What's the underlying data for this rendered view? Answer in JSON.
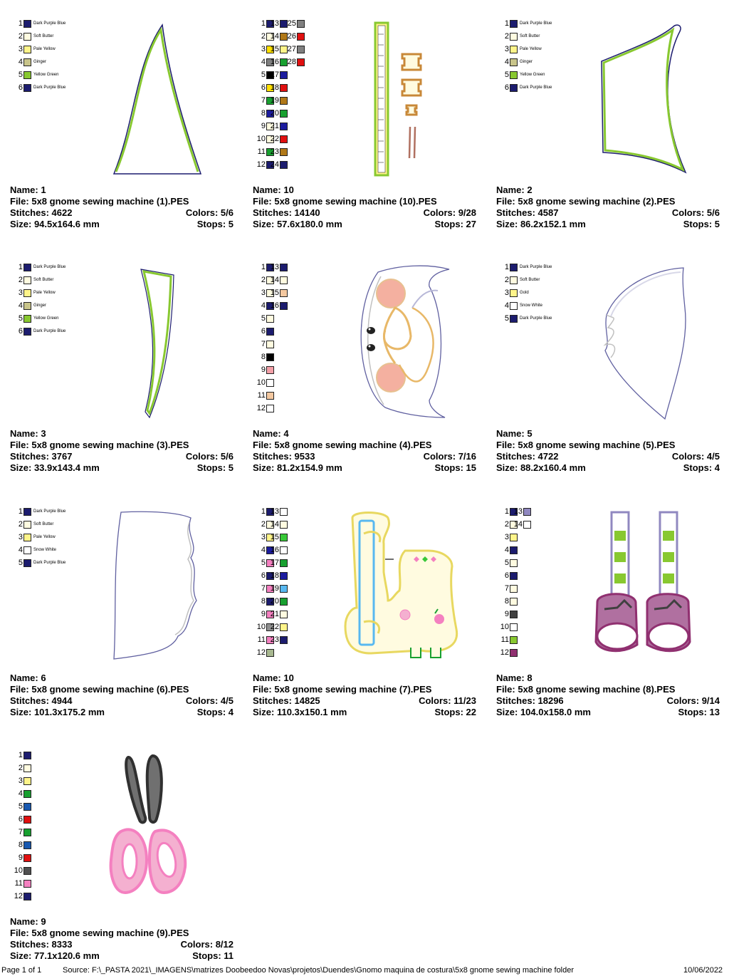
{
  "designs": [
    {
      "name": "Name: 1",
      "file": "File: 5x8 gnome sewing machine (1).PES",
      "stitches": "Stitches: 4622",
      "colors": "Colors: 5/6",
      "size": "Size: 94.5x164.6 mm",
      "stops": "Stops: 5",
      "swatches": [
        {
          "n": "1",
          "c": "#1c1c6e",
          "label": "Dark Purple Blue"
        },
        {
          "n": "2",
          "c": "#fffbe0",
          "label": "Soft Butter"
        },
        {
          "n": "3",
          "c": "#fff48a",
          "label": "Pale Yellow"
        },
        {
          "n": "4",
          "c": "#c8c48a",
          "label": "Ginger"
        },
        {
          "n": "5",
          "c": "#88c830",
          "label": "Yellow Green"
        },
        {
          "n": "6",
          "c": "#1c1c6e",
          "label": "Dark Purple Blue"
        }
      ]
    },
    {
      "name": "Name: 10",
      "file": "File: 5x8 gnome sewing machine (10).PES",
      "stitches": "Stitches: 14140",
      "colors": "Colors: 9/28",
      "size": "Size: 57.6x180.0 mm",
      "stops": "Stops: 27",
      "swatches": [
        {
          "n": "1",
          "c": "#1c1c6e"
        },
        {
          "n": "2",
          "c": "#fffbe0"
        },
        {
          "n": "3",
          "c": "#ffe000"
        },
        {
          "n": "4",
          "c": "#808080"
        },
        {
          "n": "5",
          "c": "#000000"
        },
        {
          "n": "6",
          "c": "#ffe000"
        },
        {
          "n": "7",
          "c": "#18a030"
        },
        {
          "n": "8",
          "c": "#1c1c9e"
        },
        {
          "n": "9",
          "c": "#fffbe0"
        },
        {
          "n": "10",
          "c": "#fffbe0"
        },
        {
          "n": "11",
          "c": "#18a030"
        },
        {
          "n": "12",
          "c": "#1c1c6e"
        },
        {
          "n": "13",
          "c": "#1c1c6e"
        },
        {
          "n": "14",
          "c": "#b07818"
        },
        {
          "n": "15",
          "c": "#fff48a"
        },
        {
          "n": "16",
          "c": "#18a030"
        },
        {
          "n": "17",
          "c": "#1c1c9e"
        },
        {
          "n": "18",
          "c": "#e01010"
        },
        {
          "n": "19",
          "c": "#b07818"
        },
        {
          "n": "20",
          "c": "#18a030"
        },
        {
          "n": "21",
          "c": "#1c1c9e"
        },
        {
          "n": "22",
          "c": "#e01010"
        },
        {
          "n": "23",
          "c": "#b07818"
        },
        {
          "n": "24",
          "c": "#1c1c6e"
        },
        {
          "n": "25",
          "c": "#808080"
        },
        {
          "n": "26",
          "c": "#e01010"
        },
        {
          "n": "27",
          "c": "#808080"
        },
        {
          "n": "28",
          "c": "#e01010"
        }
      ]
    },
    {
      "name": "Name: 2",
      "file": "File: 5x8 gnome sewing machine (2).PES",
      "stitches": "Stitches: 4587",
      "colors": "Colors: 5/6",
      "size": "Size: 86.2x152.1 mm",
      "stops": "Stops: 5",
      "swatches": [
        {
          "n": "1",
          "c": "#1c1c6e",
          "label": "Dark Purple Blue"
        },
        {
          "n": "2",
          "c": "#fffbe0",
          "label": "Soft Butter"
        },
        {
          "n": "3",
          "c": "#fff48a",
          "label": "Pale Yellow"
        },
        {
          "n": "4",
          "c": "#c8c48a",
          "label": "Ginger"
        },
        {
          "n": "5",
          "c": "#88c830",
          "label": "Yellow Green"
        },
        {
          "n": "6",
          "c": "#1c1c6e",
          "label": "Dark Purple Blue"
        }
      ]
    },
    {
      "name": "Name: 3",
      "file": "File: 5x8 gnome sewing machine (3).PES",
      "stitches": "Stitches: 3767",
      "colors": "Colors: 5/6",
      "size": "Size: 33.9x143.4 mm",
      "stops": "Stops: 5",
      "swatches": [
        {
          "n": "1",
          "c": "#1c1c6e",
          "label": "Dark Purple Blue"
        },
        {
          "n": "2",
          "c": "#fffbe0",
          "label": "Soft Butter"
        },
        {
          "n": "3",
          "c": "#fff48a",
          "label": "Pale Yellow"
        },
        {
          "n": "4",
          "c": "#c8c48a",
          "label": "Ginger"
        },
        {
          "n": "5",
          "c": "#88c830",
          "label": "Yellow Green"
        },
        {
          "n": "6",
          "c": "#1c1c6e",
          "label": "Dark Purple Blue"
        }
      ]
    },
    {
      "name": "Name: 4",
      "file": "File: 5x8 gnome sewing machine (4).PES",
      "stitches": "Stitches: 9533",
      "colors": "Colors: 7/16",
      "size": "Size: 81.2x154.9 mm",
      "stops": "Stops: 15",
      "swatches": [
        {
          "n": "1",
          "c": "#1c1c6e"
        },
        {
          "n": "2",
          "c": "#fffbe0"
        },
        {
          "n": "3",
          "c": "#fffbe0"
        },
        {
          "n": "4",
          "c": "#1c1c6e"
        },
        {
          "n": "5",
          "c": "#fffbe0"
        },
        {
          "n": "6",
          "c": "#1c1c6e"
        },
        {
          "n": "7",
          "c": "#fffbe0"
        },
        {
          "n": "8",
          "c": "#000000"
        },
        {
          "n": "9",
          "c": "#f4a0a8"
        },
        {
          "n": "10",
          "c": "#ffffff"
        },
        {
          "n": "11",
          "c": "#f4c8a0"
        },
        {
          "n": "12",
          "c": "#ffffff"
        },
        {
          "n": "13",
          "c": "#1c1c6e"
        },
        {
          "n": "14",
          "c": "#fffbe0"
        },
        {
          "n": "15",
          "c": "#f4c8a0"
        },
        {
          "n": "16",
          "c": "#1c1c6e"
        }
      ]
    },
    {
      "name": "Name: 5",
      "file": "File: 5x8 gnome sewing machine (5).PES",
      "stitches": "Stitches: 4722",
      "colors": "Colors: 4/5",
      "size": "Size: 88.2x160.4 mm",
      "stops": "Stops: 4",
      "swatches": [
        {
          "n": "1",
          "c": "#1c1c6e",
          "label": "Dark Purple Blue"
        },
        {
          "n": "2",
          "c": "#fffbe0",
          "label": "Soft Butter"
        },
        {
          "n": "3",
          "c": "#fff48a",
          "label": "Gold"
        },
        {
          "n": "4",
          "c": "#ffffff",
          "label": "Snow White"
        },
        {
          "n": "5",
          "c": "#1c1c6e",
          "label": "Dark Purple Blue"
        }
      ]
    },
    {
      "name": "Name: 6",
      "file": "File: 5x8 gnome sewing machine (6).PES",
      "stitches": "Stitches: 4944",
      "colors": "Colors: 4/5",
      "size": "Size: 101.3x175.2 mm",
      "stops": "Stops: 4",
      "swatches": [
        {
          "n": "1",
          "c": "#1c1c6e",
          "label": "Dark Purple Blue"
        },
        {
          "n": "2",
          "c": "#fffbe0",
          "label": "Soft Butter"
        },
        {
          "n": "3",
          "c": "#fff48a",
          "label": "Pale Yellow"
        },
        {
          "n": "4",
          "c": "#ffffff",
          "label": "Snow White"
        },
        {
          "n": "5",
          "c": "#1c1c6e",
          "label": "Dark Purple Blue"
        }
      ]
    },
    {
      "name": "Name: 10",
      "file": "File: 5x8 gnome sewing machine (7).PES",
      "stitches": "Stitches: 14825",
      "colors": "Colors: 11/23",
      "size": "Size: 110.3x150.1 mm",
      "stops": "Stops: 22",
      "swatches": [
        {
          "n": "1",
          "c": "#1c1c6e"
        },
        {
          "n": "2",
          "c": "#fffbe0"
        },
        {
          "n": "3",
          "c": "#fff48a"
        },
        {
          "n": "4",
          "c": "#1c1c9e"
        },
        {
          "n": "5",
          "c": "#f480c0"
        },
        {
          "n": "6",
          "c": "#1c1c6e"
        },
        {
          "n": "7",
          "c": "#f480c0"
        },
        {
          "n": "8",
          "c": "#1c1c6e"
        },
        {
          "n": "9",
          "c": "#f480c0"
        },
        {
          "n": "10",
          "c": "#909090"
        },
        {
          "n": "11",
          "c": "#f480c0"
        },
        {
          "n": "12",
          "c": "#a8b890"
        },
        {
          "n": "13",
          "c": "#ffffff"
        },
        {
          "n": "14",
          "c": "#fffbe0"
        },
        {
          "n": "15",
          "c": "#38c838"
        },
        {
          "n": "16",
          "c": "#ffffff"
        },
        {
          "n": "17",
          "c": "#18a030"
        },
        {
          "n": "18",
          "c": "#1c1c9e"
        },
        {
          "n": "19",
          "c": "#58b8f0"
        },
        {
          "n": "20",
          "c": "#18a030"
        },
        {
          "n": "21",
          "c": "#fffbe0"
        },
        {
          "n": "22",
          "c": "#fff48a"
        },
        {
          "n": "23",
          "c": "#1c1c6e"
        }
      ]
    },
    {
      "name": "Name: 8",
      "file": "File: 5x8 gnome sewing machine (8).PES",
      "stitches": "Stitches: 18296",
      "colors": "Colors: 9/14",
      "size": "Size: 104.0x158.0 mm",
      "stops": "Stops: 13",
      "swatches": [
        {
          "n": "1",
          "c": "#1c1c6e"
        },
        {
          "n": "2",
          "c": "#fffbe0"
        },
        {
          "n": "3",
          "c": "#fff48a"
        },
        {
          "n": "4",
          "c": "#1c1c6e"
        },
        {
          "n": "5",
          "c": "#fffbe0"
        },
        {
          "n": "6",
          "c": "#1c1c6e"
        },
        {
          "n": "7",
          "c": "#fffbe0"
        },
        {
          "n": "8",
          "c": "#fffbe0"
        },
        {
          "n": "9",
          "c": "#404040"
        },
        {
          "n": "10",
          "c": "#ffffff"
        },
        {
          "n": "11",
          "c": "#88c830"
        },
        {
          "n": "12",
          "c": "#903070"
        },
        {
          "n": "13",
          "c": "#9088c0"
        },
        {
          "n": "14",
          "c": "#ffffff"
        }
      ]
    },
    {
      "name": "Name: 9",
      "file": "File: 5x8 gnome sewing machine (9).PES",
      "stitches": "Stitches: 8333",
      "colors": "Colors: 8/12",
      "size": "Size: 77.1x120.6 mm",
      "stops": "Stops: 11",
      "swatches": [
        {
          "n": "1",
          "c": "#1c1c6e"
        },
        {
          "n": "2",
          "c": "#fffbe0"
        },
        {
          "n": "3",
          "c": "#fff48a"
        },
        {
          "n": "4",
          "c": "#18a030"
        },
        {
          "n": "5",
          "c": "#1858b0"
        },
        {
          "n": "6",
          "c": "#e01010"
        },
        {
          "n": "7",
          "c": "#18a030"
        },
        {
          "n": "8",
          "c": "#1858b0"
        },
        {
          "n": "9",
          "c": "#e01010"
        },
        {
          "n": "10",
          "c": "#505050"
        },
        {
          "n": "11",
          "c": "#f480c0"
        },
        {
          "n": "12",
          "c": "#1c1c6e"
        }
      ]
    }
  ],
  "footer": {
    "page": "Page 1 of 1",
    "source": "Source: F:\\_PASTA 2021\\_IMAGENS\\matrizes Doobeedoo Novas\\projetos\\Duendes\\Gnomo maquina de costura\\5x8 gnome sewing machine folder",
    "date": "10/06/2022"
  }
}
